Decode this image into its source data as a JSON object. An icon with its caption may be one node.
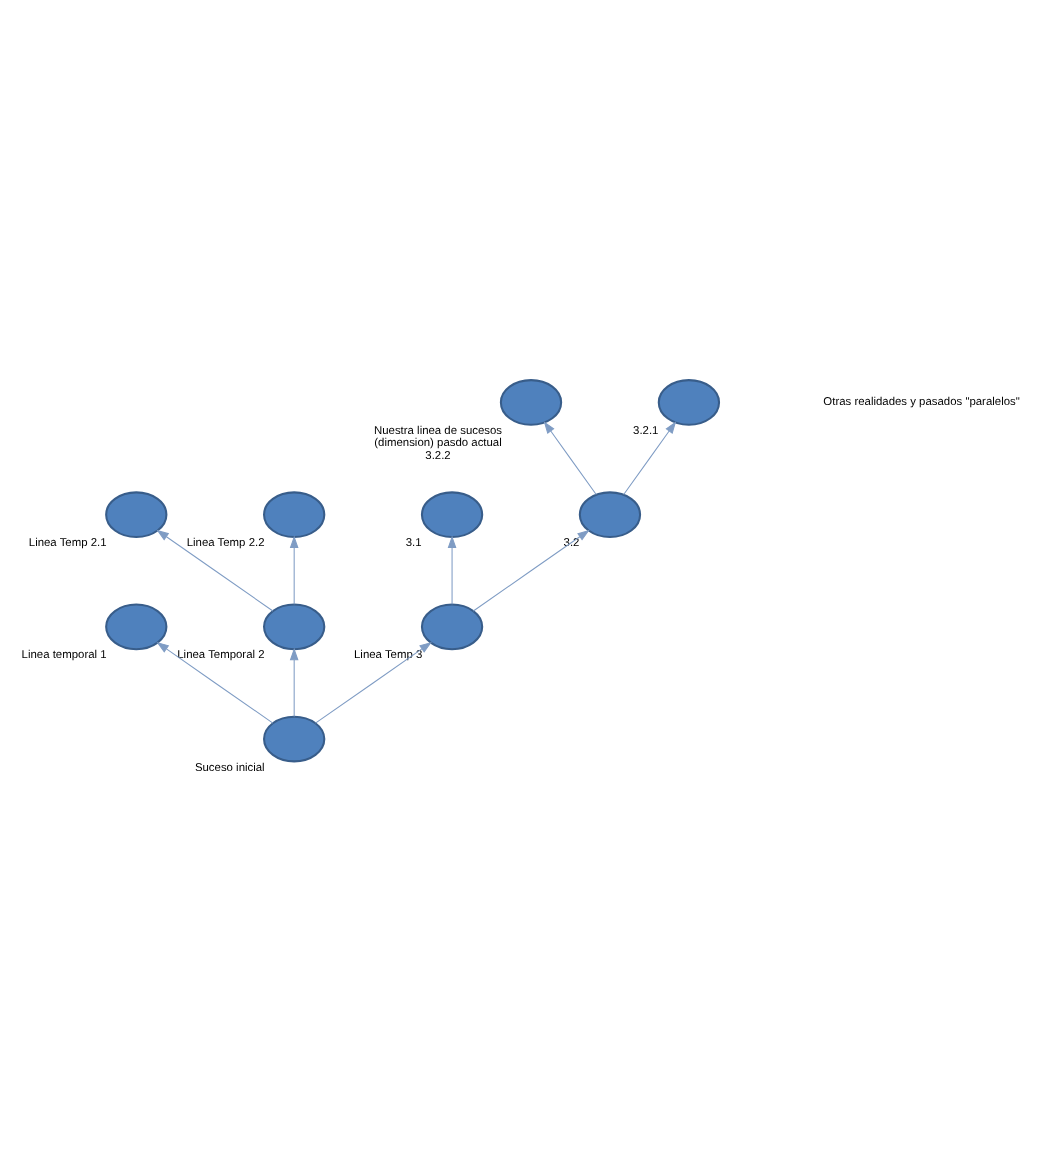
{
  "diagram": {
    "nodes": [
      {
        "text": [],
        "shape": "circle",
        "beside": [
          "Nuestra linea de sucesos (dimension) pasdo actual",
          "3.2.2"
        ]
      },
      {
        "text": [],
        "shape": "circle",
        "beside": [
          "3.2.1"
        ]
      },
      {
        "text": [],
        "shape": "circle",
        "beside": [
          "Linea Temp 2.1"
        ]
      },
      {
        "text": [],
        "shape": "circle",
        "beside": [
          "Linea Temp 2.2"
        ]
      },
      {
        "text": [],
        "shape": "circle",
        "beside": [
          "3.1"
        ]
      },
      {
        "text": [],
        "shape": "circle",
        "beside": [
          "3.2"
        ]
      },
      {
        "text": [],
        "shape": "circle",
        "beside": [
          "Linea temporal 1"
        ]
      },
      {
        "text": [],
        "shape": "circle",
        "beside": [
          "Linea Temporal 2"
        ]
      },
      {
        "text": [],
        "shape": "circle",
        "beside": [
          "Linea Temp 3"
        ]
      },
      {
        "text": [],
        "shape": "circle",
        "beside": [
          "Suceso inicial"
        ]
      }
    ],
    "edges": [
      {
        "from": 9,
        "to": 6,
        "arrow": "to"
      },
      {
        "from": 9,
        "to": 7,
        "arrow": "to"
      },
      {
        "from": 9,
        "to": 8,
        "arrow": "to"
      },
      {
        "from": 7,
        "to": 2,
        "arrow": "to"
      },
      {
        "from": 7,
        "to": 3,
        "arrow": "to"
      },
      {
        "from": 8,
        "to": 4,
        "arrow": "to"
      },
      {
        "from": 8,
        "to": 5,
        "arrow": "to"
      },
      {
        "from": 5,
        "to": 1,
        "arrow": "to"
      },
      {
        "from": 5,
        "to": 0,
        "arrow": "to"
      }
    ],
    "labels": [
      "Otras realidades y pasados \"paralelos\""
    ]
  }
}
